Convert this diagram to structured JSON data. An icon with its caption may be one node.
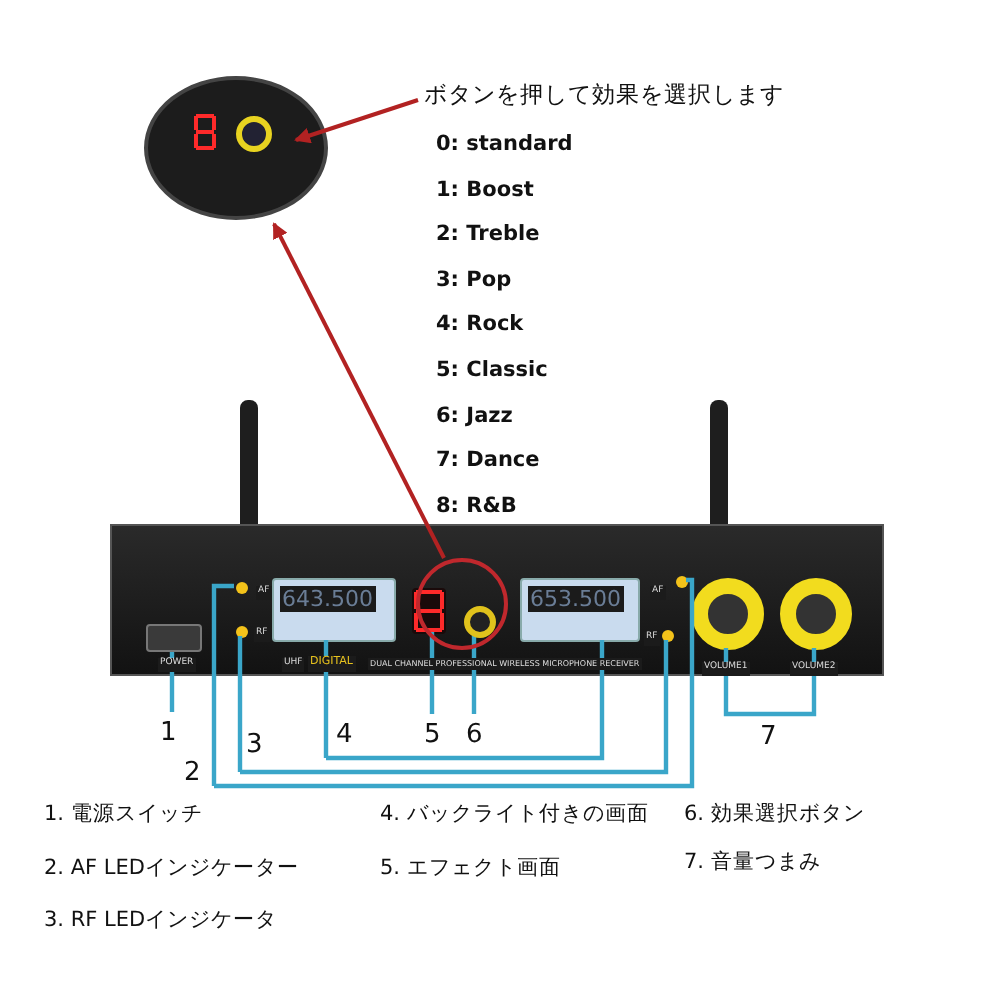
{
  "diagram": {
    "nodes": [
      {
        "text": [],
        "shape": "picture"
      },
      {
        "text": [
          "ボタンを押して効果を選択します"
        ]
      },
      {
        "text": [],
        "shape": "picture"
      },
      {
        "text": [],
        "shape": "circle",
        "in": 2
      },
      {
        "text": [],
        "shape": "box",
        "in": 2
      },
      {
        "text": [],
        "shape": "circle",
        "in": 2
      },
      {
        "text": [],
        "shape": "circle",
        "in": 2
      },
      {
        "text": [],
        "shape": "box",
        "in": 2
      },
      {
        "text": [],
        "shape": "box",
        "in": 2
      },
      {
        "text": [],
        "shape": "circle",
        "in": 3
      },
      {
        "text": [],
        "shape": "box",
        "in": 2
      },
      {
        "text": [],
        "shape": "circle",
        "in": 2
      },
      {
        "text": [],
        "shape": "circle",
        "in": 2
      },
      {
        "text": [],
        "shape": "circle",
        "in": 2
      },
      {
        "text": [],
        "shape": "circle",
        "in": 2
      },
      {
        "text": [
          "1"
        ]
      },
      {
        "text": [
          "2"
        ]
      },
      {
        "text": [
          "3"
        ]
      },
      {
        "text": [
          "4"
        ]
      },
      {
        "text": [
          "5"
        ]
      },
      {
        "text": [
          "6"
        ]
      },
      {
        "text": [
          "7"
        ]
      }
    ],
    "edges": [
      {
        "from": 3,
        "to": 0,
        "arrow": "to",
        "color": "#b22222"
      },
      {
        "from": 1,
        "to": 0,
        "arrow": "to",
        "color": "#b22222"
      },
      {
        "from": 15,
        "to": 4,
        "arrow": "none"
      },
      {
        "from": 16,
        "to": 5,
        "arrow": "none"
      },
      {
        "from": 16,
        "to": 11,
        "arrow": "none"
      },
      {
        "from": 17,
        "to": 6,
        "arrow": "none"
      },
      {
        "from": 17,
        "to": 12,
        "arrow": "none"
      },
      {
        "from": 18,
        "to": 7,
        "arrow": "none"
      },
      {
        "from": 18,
        "to": 10,
        "arrow": "none"
      },
      {
        "from": 19,
        "to": 8,
        "arrow": "none"
      },
      {
        "from": 20,
        "to": 9,
        "arrow": "none"
      },
      {
        "from": 21,
        "to": 13,
        "arrow": "none"
      },
      {
        "from": 21,
        "to": 14,
        "arrow": "none"
      }
    ],
    "labels": [
      "0: standard",
      "1: Boost",
      "2: Treble",
      "3: Pop",
      "4: Rock",
      "5: Classic",
      "6: Jazz",
      "7: Dance",
      "8: R&B",
      "POWER",
      "AF",
      "RF",
      "643.500",
      "653.500",
      "AF",
      "RF",
      "UHF",
      "DIGITAL",
      "DUAL CHANNEL PROFESSIONAL WIRELESS MICROPHONE RECEIVER",
      "VOLUME1",
      "VOLUME2",
      "1. 電源スイッチ",
      "4. バックライト付きの画面",
      "6. 効果選択ボタン",
      "2. AF LEDインジケーター",
      "5. エフェクト画面",
      "7. 音量つまみ",
      "3. RF LEDインジケータ"
    ]
  }
}
